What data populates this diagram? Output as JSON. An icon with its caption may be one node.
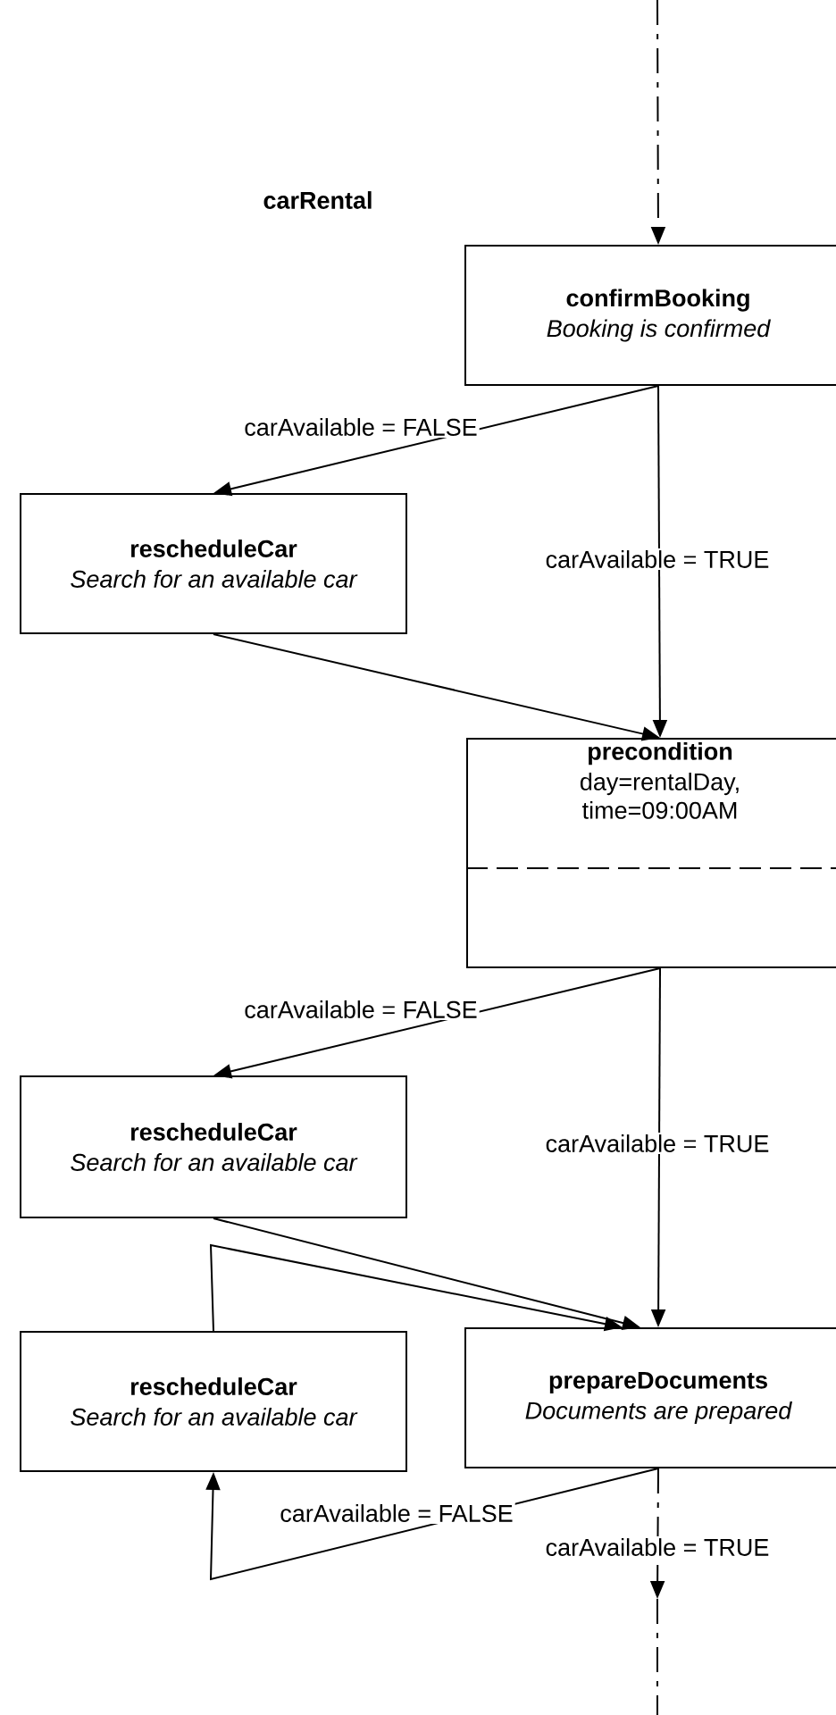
{
  "diagram": {
    "title": "carRental",
    "nodes": [
      {
        "text": [
          "confirmBooking",
          "Booking is confirmed"
        ]
      },
      {
        "text": [
          "rescheduleCar",
          "Search for an available car"
        ]
      },
      {
        "text": [
          "precondition",
          "day=rentalDay, time=09:00AM"
        ]
      },
      {
        "text": [
          "rescheduleCar",
          "Search for an available car"
        ]
      },
      {
        "text": [
          "rescheduleCar",
          "Search for an available car"
        ]
      },
      {
        "text": [
          "prepareDocuments",
          "Documents are prepared"
        ]
      }
    ],
    "edges": [
      {
        "from": null,
        "to": 0,
        "arrow": "to",
        "style": "dashed"
      },
      {
        "from": 0,
        "to": 1,
        "arrow": "to",
        "label": "carAvailable = FALSE"
      },
      {
        "from": 0,
        "to": 2,
        "arrow": "to",
        "label": "carAvailable = TRUE"
      },
      {
        "from": 1,
        "to": 2,
        "arrow": "to"
      },
      {
        "from": 2,
        "to": 3,
        "arrow": "to",
        "label": "carAvailable = FALSE"
      },
      {
        "from": 2,
        "to": 5,
        "arrow": "to",
        "label": "carAvailable = TRUE"
      },
      {
        "from": 3,
        "to": 5,
        "arrow": "to"
      },
      {
        "from": 4,
        "to": 5,
        "arrow": "to"
      },
      {
        "from": 5,
        "to": 4,
        "arrow": "to",
        "label": "carAvailable = FALSE"
      },
      {
        "from": 5,
        "to": null,
        "arrow": "to",
        "label": "carAvailable = TRUE",
        "style": "dashed"
      }
    ]
  }
}
